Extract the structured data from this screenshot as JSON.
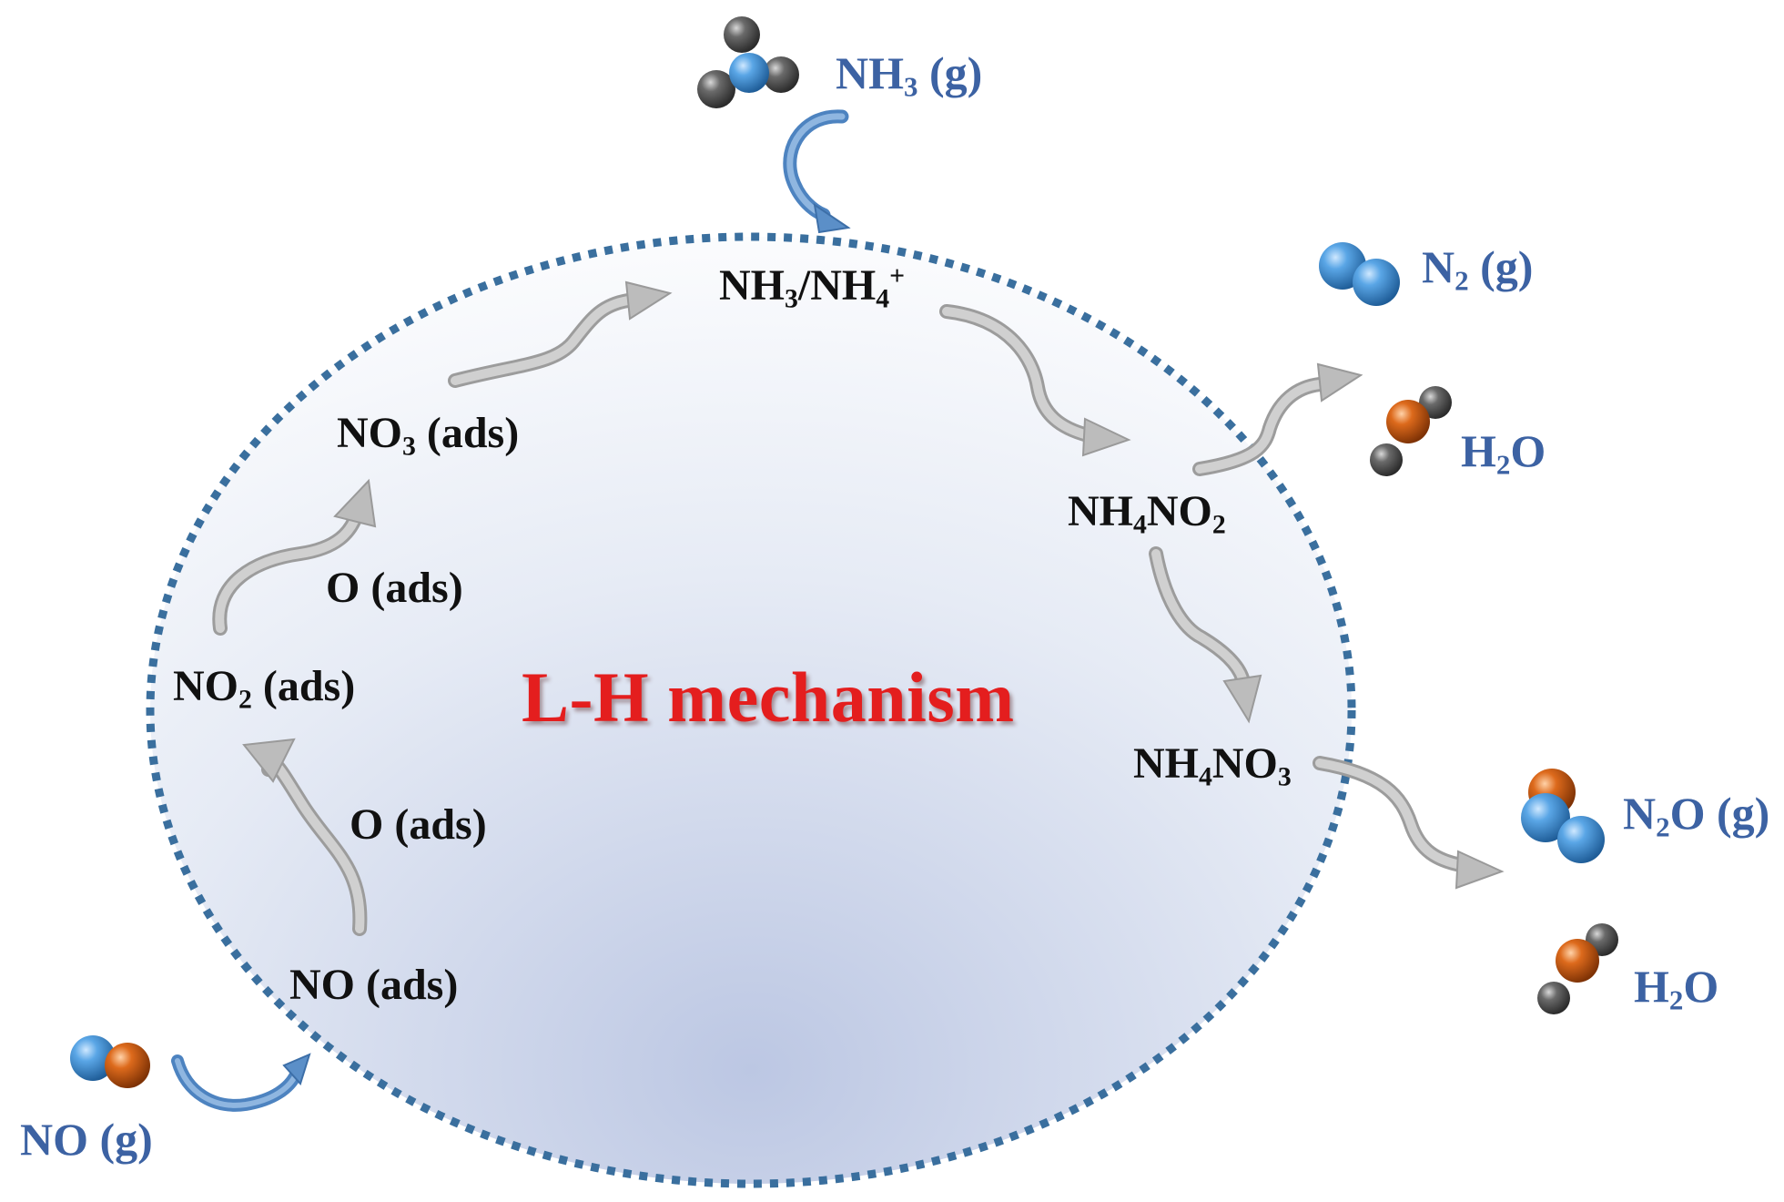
{
  "title": "L-H mechanism",
  "colors": {
    "title": "#e41e1e",
    "gas_species": "#3c62a3",
    "surface_species": "#111111",
    "dotted_boundary": "#3a6f9e",
    "nitrogen_atom": "#3f8fd6",
    "oxygen_atom": "#d05d12",
    "hydrogen_atom": "#5c5c5c",
    "gray_arrow": "#b4b4b4",
    "blue_arrow": "#5b8fc8"
  },
  "surface_species": [
    {
      "id": "no-ads",
      "base": "NO",
      "sub": "",
      "rest": " (ads)"
    },
    {
      "id": "o-ads-1",
      "base": "O",
      "sub": "",
      "rest": " (ads)"
    },
    {
      "id": "no2-ads",
      "base": "NO",
      "sub": "2",
      "rest": " (ads)"
    },
    {
      "id": "o-ads-2",
      "base": "O",
      "sub": "",
      "rest": " (ads)"
    },
    {
      "id": "no3-ads",
      "base": "NO",
      "sub": "3",
      "rest": " (ads)"
    },
    {
      "id": "nh3-nh4",
      "base": "NH",
      "sub": "3",
      "mid": "/NH",
      "sub2": "4",
      "sup": "+"
    },
    {
      "id": "nh4no2",
      "base": "NH",
      "sub": "4",
      "mid": "NO",
      "sub2": "2"
    },
    {
      "id": "nh4no3",
      "base": "NH",
      "sub": "4",
      "mid": "NO",
      "sub2": "3"
    }
  ],
  "gas_species": [
    {
      "id": "no-g",
      "base": "NO",
      "sub": "",
      "rest": " (g)",
      "icon": "no-molecule-icon"
    },
    {
      "id": "nh3-g",
      "base": "NH",
      "sub": "3",
      "rest": " (g)",
      "icon": "nh3-molecule-icon"
    },
    {
      "id": "n2-g",
      "base": "N",
      "sub": "2",
      "rest": " (g)",
      "icon": "n2-molecule-icon"
    },
    {
      "id": "h2o-1",
      "base": "H",
      "sub": "2",
      "rest": "O",
      "icon": "h2o-molecule-icon"
    },
    {
      "id": "n2o-g",
      "base": "N",
      "sub": "2",
      "rest": "O (g)",
      "icon": "n2o-molecule-icon"
    },
    {
      "id": "h2o-2",
      "base": "H",
      "sub": "2",
      "rest": "O",
      "icon": "h2o-molecule-icon"
    }
  ]
}
